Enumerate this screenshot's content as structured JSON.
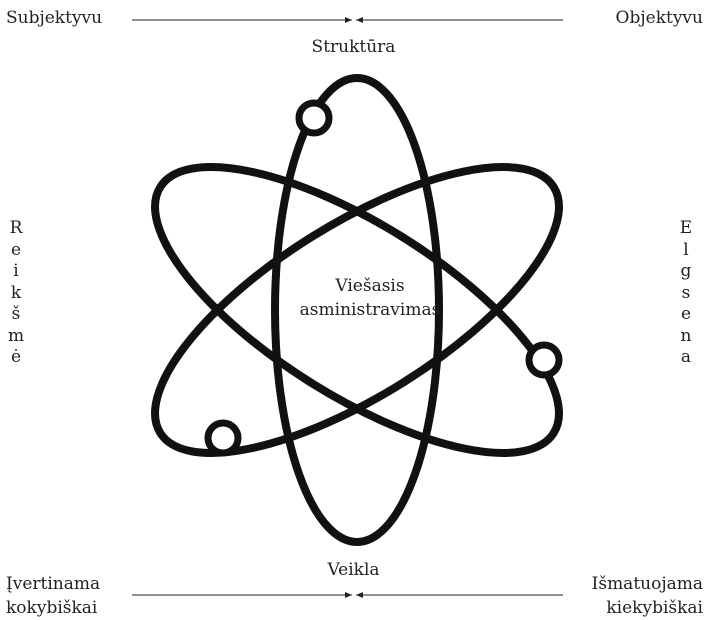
{
  "labels": {
    "top_left": "Subjektyvu",
    "top_right": "Objektyvu",
    "top_center": "Struktūra",
    "bottom_center": "Veikla",
    "bottom_left_line1": "Įvertinama",
    "bottom_left_line2": "kokybiškai",
    "bottom_right_line1": "Išmatuojama",
    "bottom_right_line2": "kiekybiškai",
    "center_line1": "Viešasis",
    "center_line2": "asministravimas",
    "left_vertical": [
      "R",
      "e",
      "i",
      "k",
      "š",
      "m",
      "ė"
    ],
    "right_vertical": [
      "E",
      "l",
      "g",
      "s",
      "e",
      "n",
      "a"
    ]
  }
}
